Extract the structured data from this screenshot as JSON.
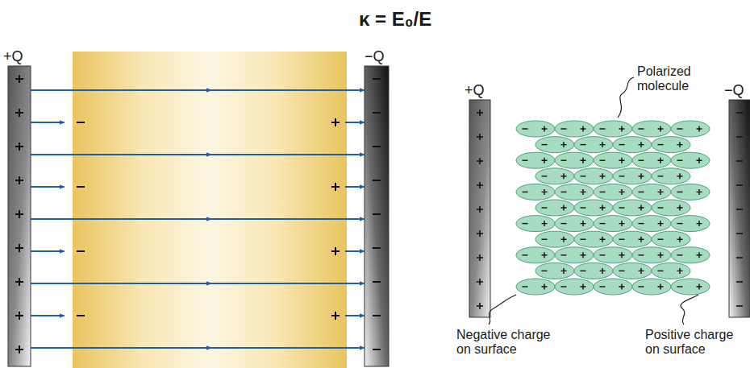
{
  "diagram": {
    "title": "κ = E₀/E",
    "labels": [
      "+Q",
      "−Q",
      "+Q",
      "−Q",
      "Polarized molecule",
      "Negative charge on surface",
      "Positive charge on surface"
    ]
  }
}
